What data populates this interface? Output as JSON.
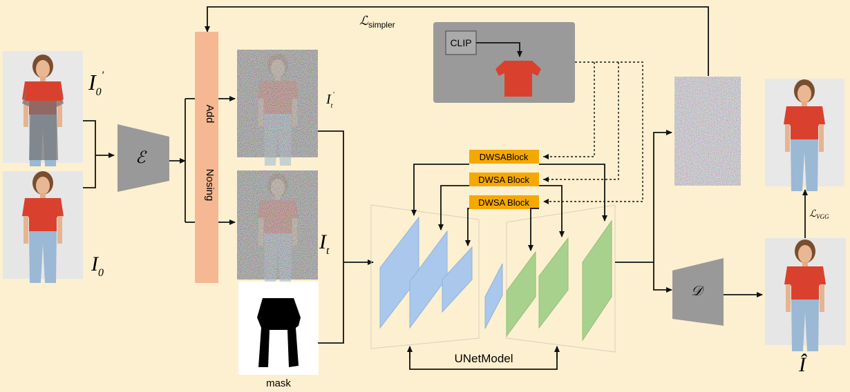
{
  "loss_simpler": {
    "symbol": "ℒ",
    "subscript": "simpler"
  },
  "loss_vgg": {
    "symbol": "ℒ",
    "subscript": "VGG"
  },
  "input_i0_prime": {
    "base": "I",
    "sub": "0",
    "prime": "'"
  },
  "input_i0": {
    "base": "I",
    "sub": "0"
  },
  "noisy_it_prime": {
    "base": "I",
    "sub": "t",
    "prime": "'"
  },
  "noisy_it": {
    "base": "I",
    "sub": "t"
  },
  "output_ihat": {
    "base": "Î"
  },
  "encoder": {
    "symbol": "ℰ"
  },
  "decoder": {
    "symbol": "𝒟"
  },
  "add_nosing": {
    "word1": "Add",
    "word2": "Nosing"
  },
  "clip_label": "CLIP",
  "dwsa_blocks": [
    "DWSABlock",
    "DWSA Block",
    "DWSA Block"
  ],
  "unet_label": "UNetModel",
  "mask_label": "mask",
  "colors": {
    "background": "#fdf0d0",
    "encoder": "#999999",
    "add_nosing_bar": "#f6b892",
    "dwsa_block": "#f5a800",
    "encoder_layers": "#a9c8ec",
    "decoder_layers": "#a9d18e",
    "clip_panel": "#9a9a9a",
    "garment": "#d9412e"
  }
}
